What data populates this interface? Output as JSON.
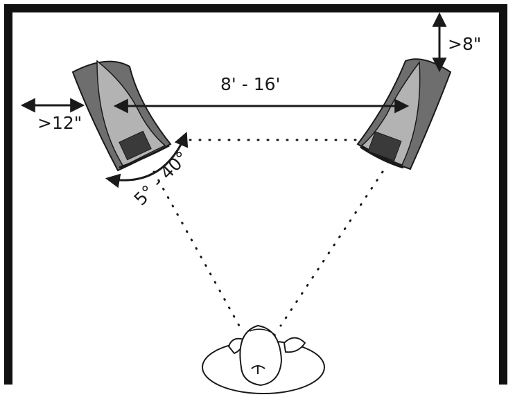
{
  "diagram": {
    "labels": {
      "speaker_spacing": "8' - 16'",
      "side_wall_clearance": ">12\"",
      "back_wall_clearance": ">8\"",
      "toe_in_angle": "5° - 40°"
    },
    "colors": {
      "line": "#1a1a1a",
      "wall": "#111111",
      "speaker_body": "#6e6e6e",
      "speaker_face": "#b3b3b3",
      "woofer": "#3a3a3a",
      "listener_fill": "#ffffff"
    }
  }
}
